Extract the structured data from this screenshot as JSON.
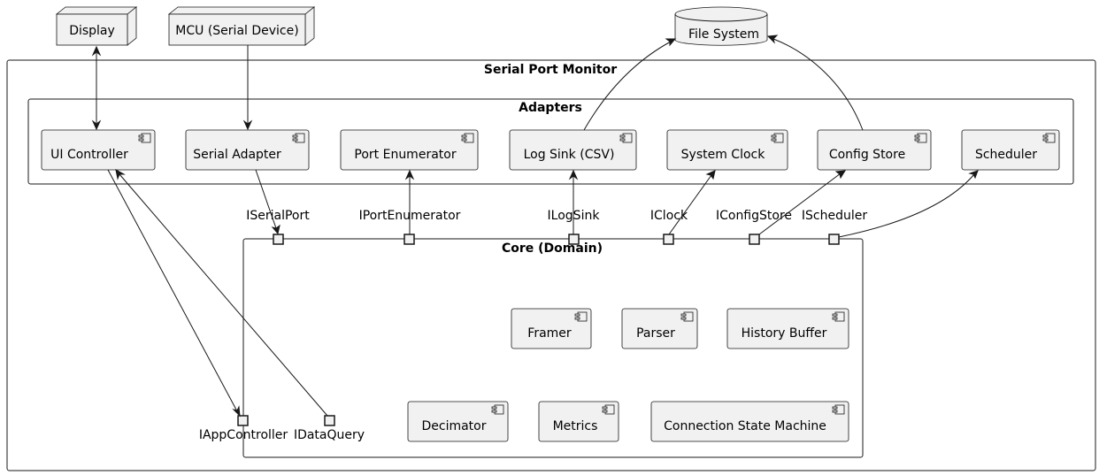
{
  "nodes": {
    "display": "Display",
    "mcu": "MCU (Serial Device)",
    "file_system": "File System"
  },
  "frames": {
    "system": "Serial Port Monitor",
    "adapters": "Adapters",
    "core": "Core (Domain)"
  },
  "adapters": {
    "ui_controller": "UI Controller",
    "serial_adapter": "Serial Adapter",
    "port_enumerator": "Port Enumerator",
    "log_sink": "Log Sink (CSV)",
    "system_clock": "System Clock",
    "config_store": "Config Store",
    "scheduler": "Scheduler"
  },
  "core": {
    "framer": "Framer",
    "parser": "Parser",
    "history_buffer": "History Buffer",
    "decimator": "Decimator",
    "metrics": "Metrics",
    "connection_state_machine": "Connection State Machine"
  },
  "ports": {
    "iserialport": "ISerialPort",
    "iportenumerator": "IPortEnumerator",
    "ilogsink": "ILogSink",
    "iclock": "IClock",
    "iconfigstore": "IConfigStore",
    "ischeduler": "IScheduler",
    "iappcontroller": "IAppController",
    "idataquery": "IDataQuery"
  }
}
